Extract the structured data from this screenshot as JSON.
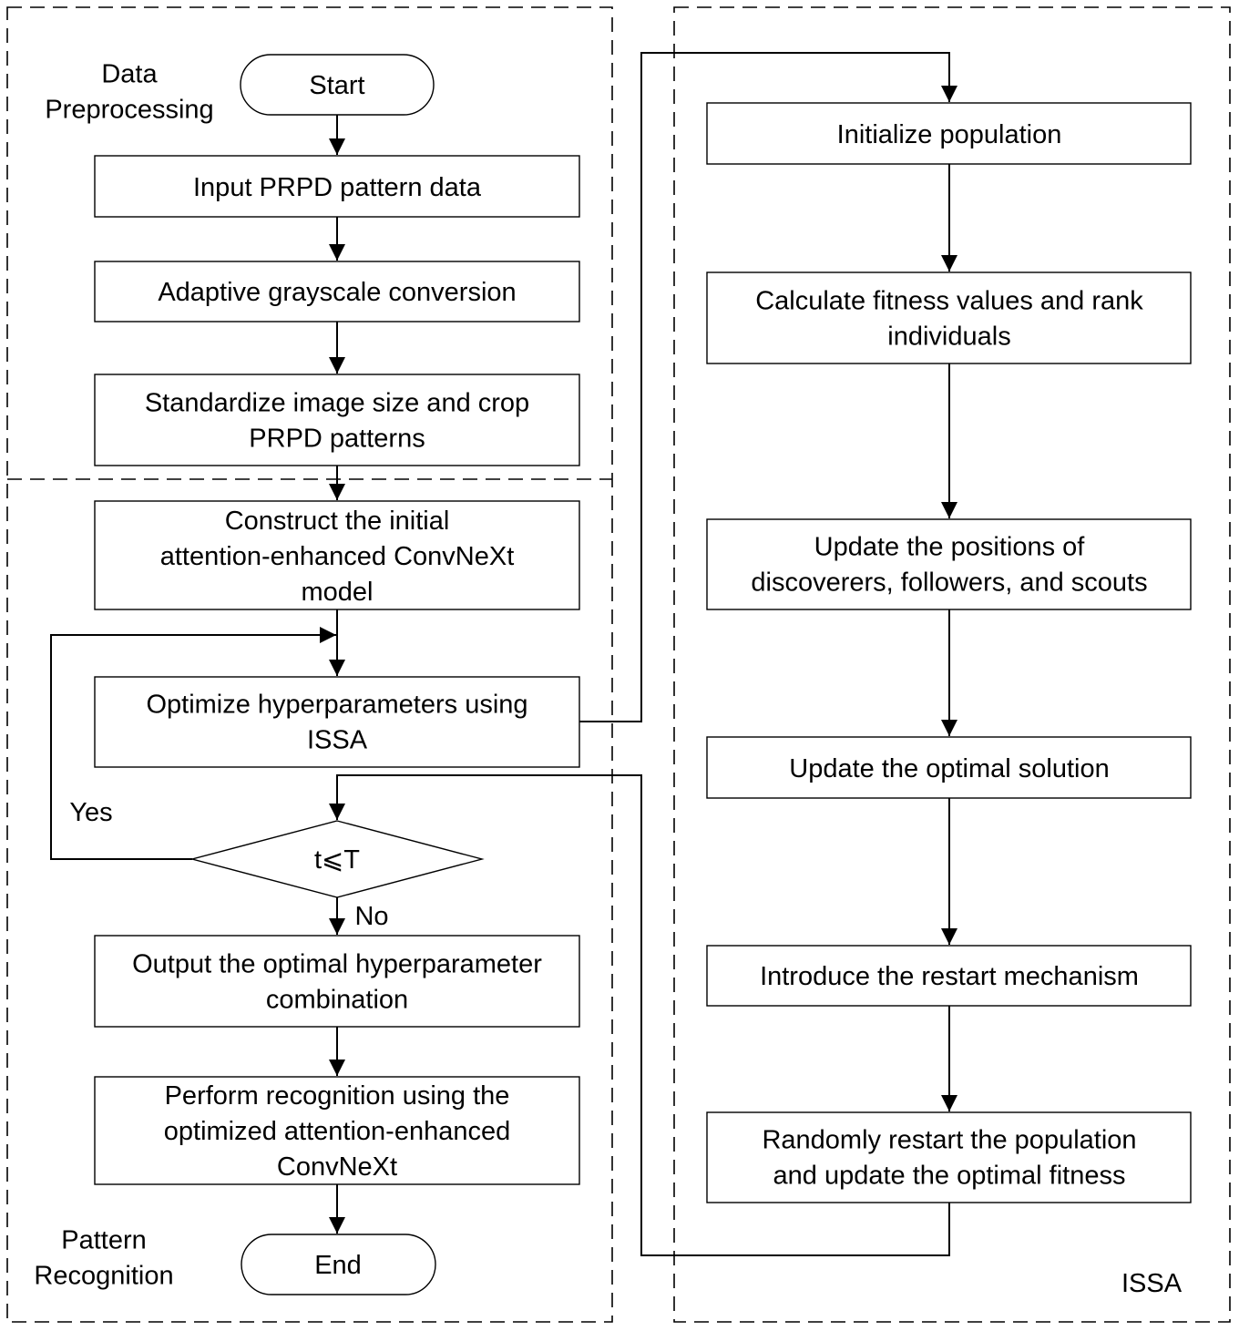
{
  "regions": {
    "data_preprocessing": [
      "Data",
      "Preprocessing"
    ],
    "pattern_recognition": [
      "Pattern",
      "Recognition"
    ],
    "issa": [
      "ISSA"
    ]
  },
  "left_flow": {
    "start": [
      "Start"
    ],
    "input": [
      "Input PRPD pattern data"
    ],
    "grayscale": [
      "Adaptive grayscale conversion"
    ],
    "standardize": [
      "Standardize image size and crop",
      "PRPD patterns"
    ],
    "construct": [
      "Construct the initial",
      "attention-enhanced ConvNeXt",
      "model"
    ],
    "optimize": [
      "Optimize hyperparameters using",
      "ISSA"
    ],
    "condition": [
      "t⩽T"
    ],
    "output": [
      "Output the optimal hyperparameter",
      "combination"
    ],
    "recognize": [
      "Perform recognition using the",
      "optimized attention-enhanced",
      "ConvNeXt"
    ],
    "end": [
      "End"
    ]
  },
  "right_flow": {
    "init": [
      "Initialize population"
    ],
    "fitness": [
      "Calculate fitness values and rank",
      "individuals"
    ],
    "update_positions": [
      "Update the positions of",
      "discoverers, followers, and scouts"
    ],
    "update_optimal": [
      "Update the optimal solution"
    ],
    "restart": [
      "Introduce the restart mechanism"
    ],
    "random_restart": [
      "Randomly restart the population",
      "and update the optimal fitness"
    ]
  },
  "edge_labels": {
    "yes": [
      "Yes"
    ],
    "no": [
      "No"
    ]
  }
}
